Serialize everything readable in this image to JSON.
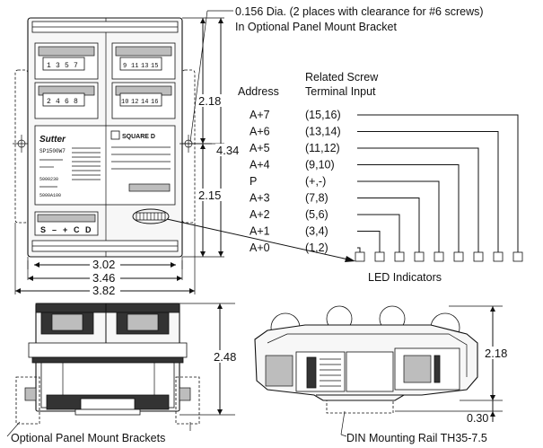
{
  "callouts": {
    "hole_note_line1": "0.156 Dia. (2 places with clearance for #6 screws)",
    "hole_note_line2": "In Optional Panel Mount Bracket",
    "brackets_note": "Optional Panel Mount Brackets",
    "din_rail_note": "DIN Mounting Rail TH35-7.5",
    "led_indicators": "LED Indicators"
  },
  "table": {
    "address_header": "Address",
    "screw_header_line1": "Related Screw",
    "screw_header_line2": "Terminal Input",
    "rows": [
      {
        "address": "A+7",
        "terminal": "(15,16)"
      },
      {
        "address": "A+6",
        "terminal": "(13,14)"
      },
      {
        "address": "A+5",
        "terminal": "(11,12)"
      },
      {
        "address": "A+4",
        "terminal": "(9,10)"
      },
      {
        "address": "P",
        "terminal": "(+,-)"
      },
      {
        "address": "A+3",
        "terminal": "(7,8)"
      },
      {
        "address": "A+2",
        "terminal": "(5,6)"
      },
      {
        "address": "A+1",
        "terminal": "(3,4)"
      },
      {
        "address": "A+0",
        "terminal": "(1,2)"
      }
    ]
  },
  "dimensions": {
    "upper_height": "2.18",
    "lower_height": "2.15",
    "total_height": "4.34",
    "width_body": "3.02",
    "width_mid": "3.46",
    "width_overall": "3.82",
    "side_height": "2.48",
    "depth_height": "2.18",
    "rail_offset": "0.30"
  },
  "module": {
    "brand_left": "Sutter",
    "brand_right": "SQUARE D",
    "model": "SP1500W7",
    "term_top_left": [
      "1",
      "3",
      "5",
      "7"
    ],
    "term_mid_left": [
      "2",
      "4",
      "6",
      "8"
    ],
    "term_top_right": [
      "9",
      "11",
      "13",
      "15"
    ],
    "term_mid_right": [
      "10",
      "12",
      "14",
      "16"
    ],
    "power_terminals": [
      "S",
      "–",
      "+",
      "C",
      "D"
    ],
    "micro_1": "5000230",
    "micro_2": "5000A100"
  }
}
